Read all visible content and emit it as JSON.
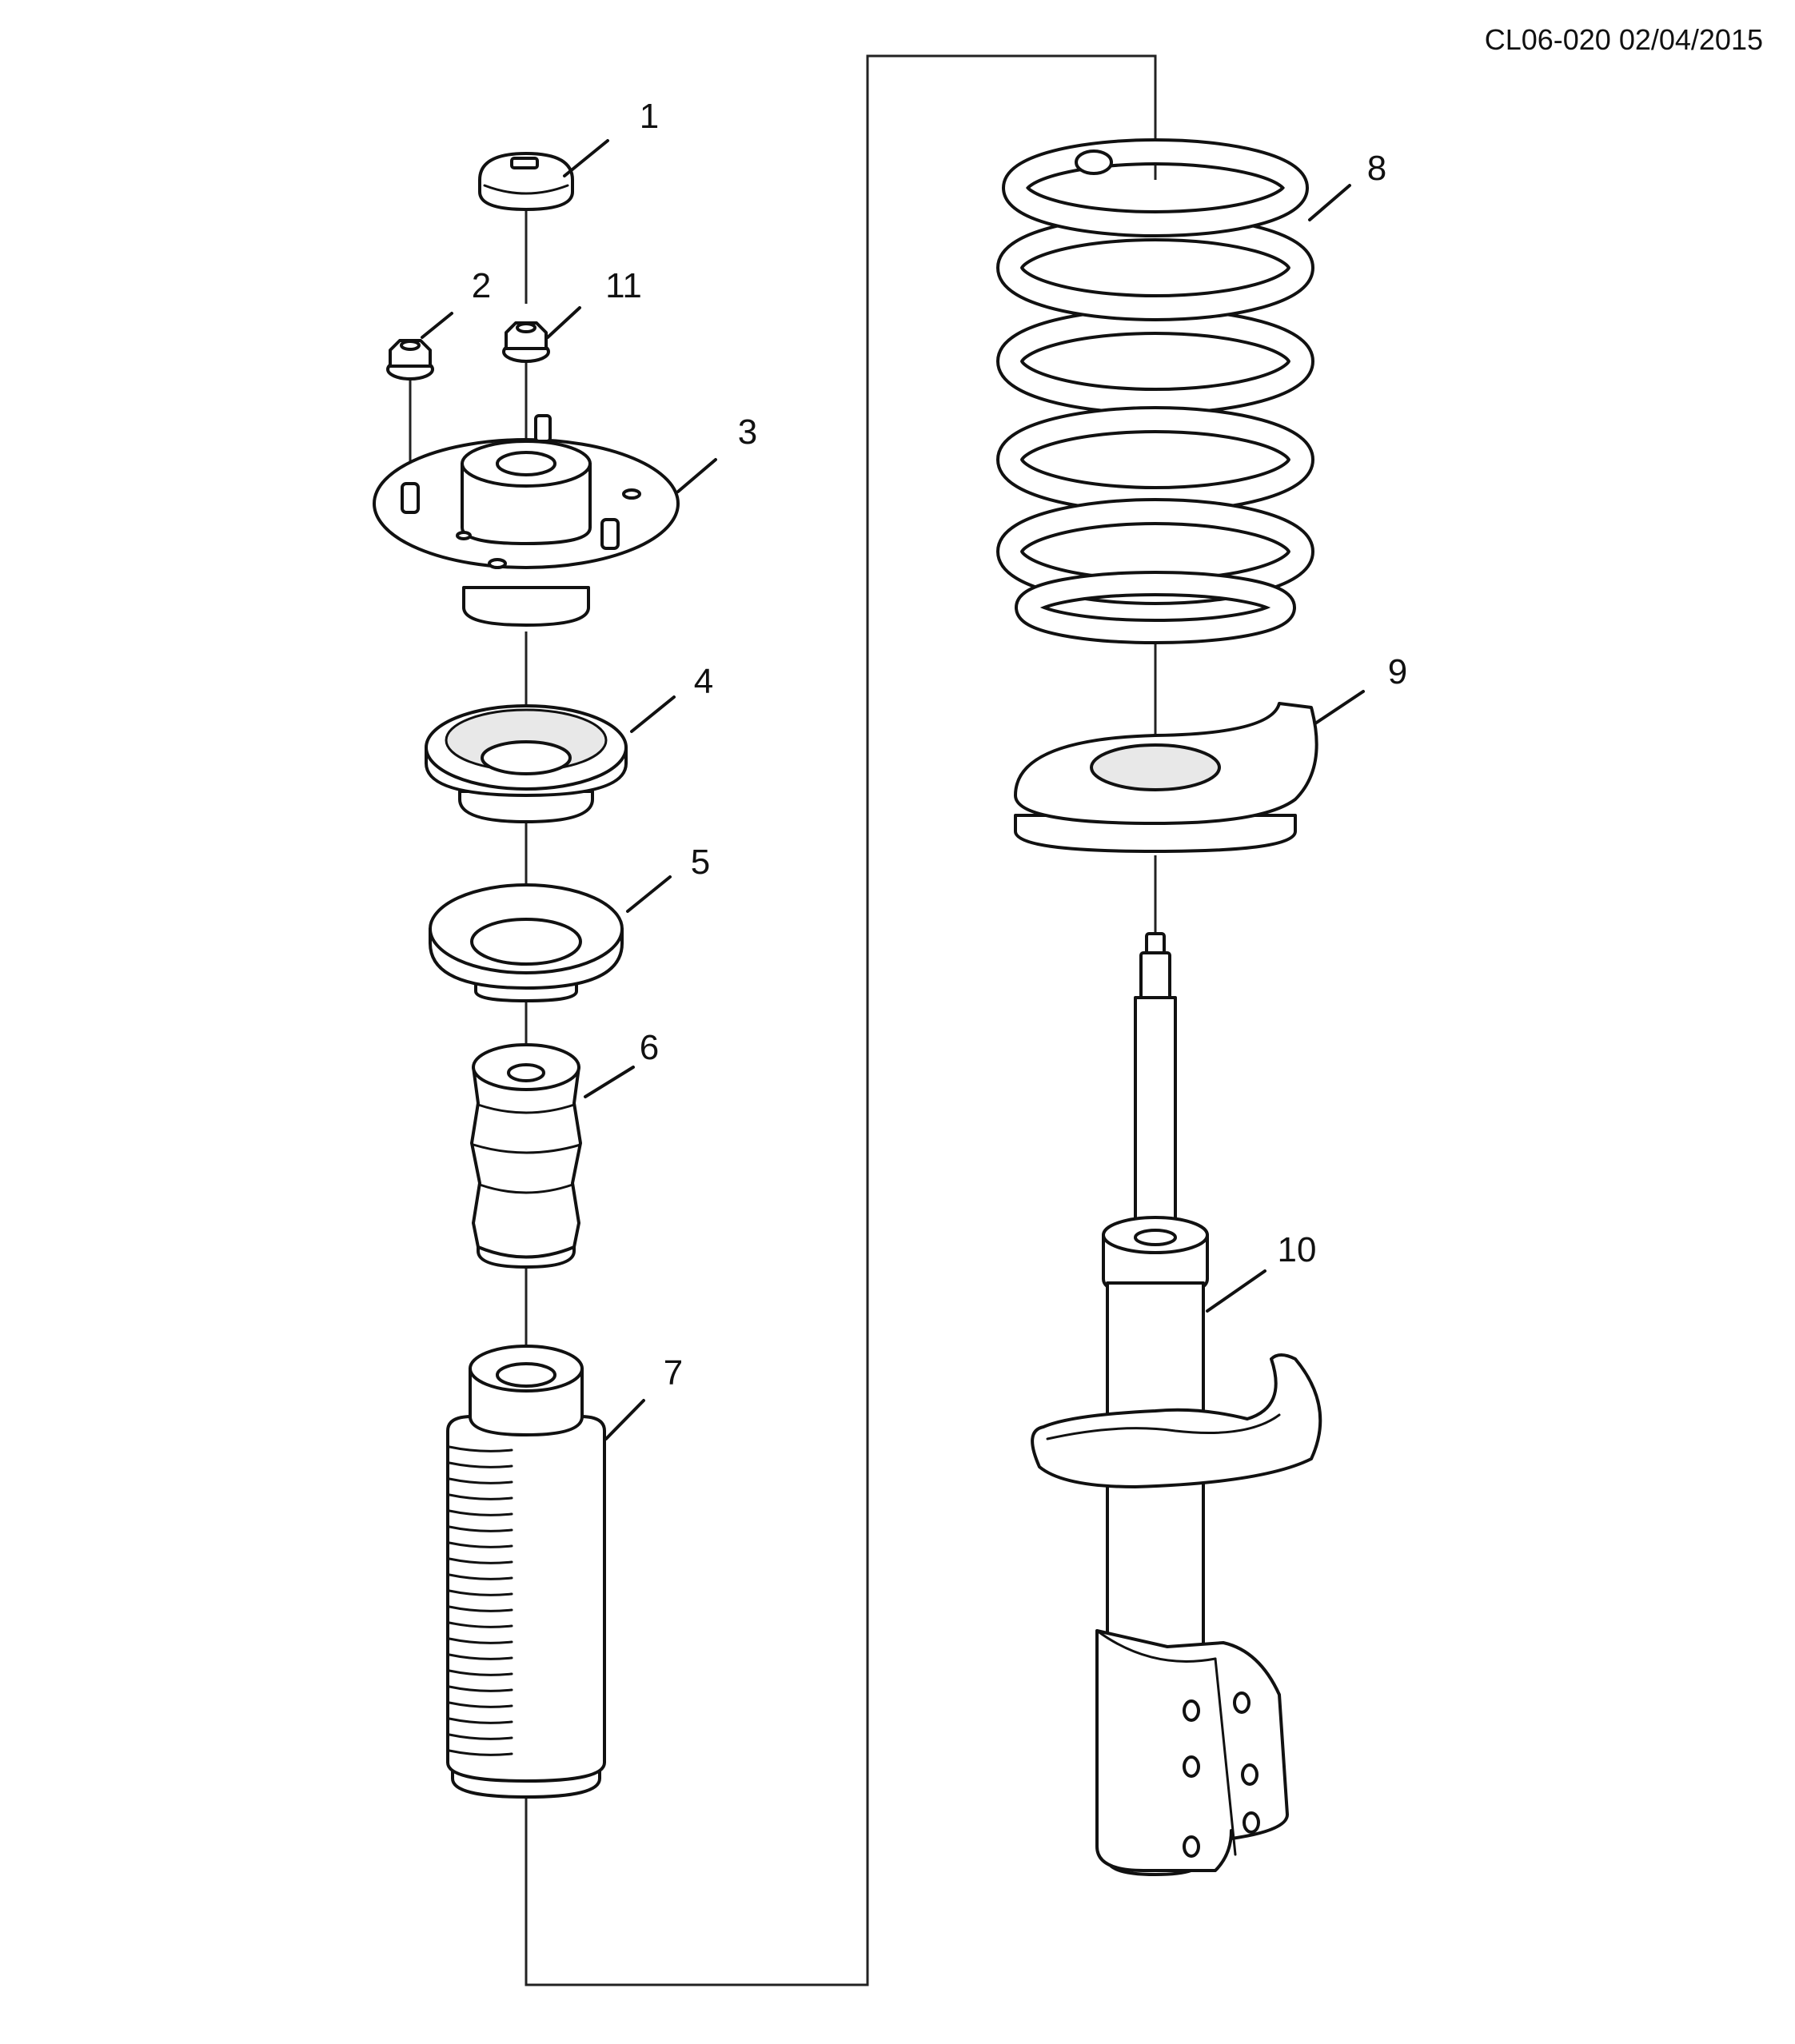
{
  "document": {
    "reference": "CL06-020 02/04/2015"
  },
  "callouts": [
    {
      "id": "1",
      "label": "1"
    },
    {
      "id": "2",
      "label": "2"
    },
    {
      "id": "3",
      "label": "3"
    },
    {
      "id": "4",
      "label": "4"
    },
    {
      "id": "5",
      "label": "5"
    },
    {
      "id": "6",
      "label": "6"
    },
    {
      "id": "7",
      "label": "7"
    },
    {
      "id": "8",
      "label": "8"
    },
    {
      "id": "9",
      "label": "9"
    },
    {
      "id": "10",
      "label": "10"
    },
    {
      "id": "11",
      "label": "11"
    }
  ],
  "colors": {
    "line": "#111111",
    "background": "#ffffff",
    "shade": "#e8e8e8"
  }
}
